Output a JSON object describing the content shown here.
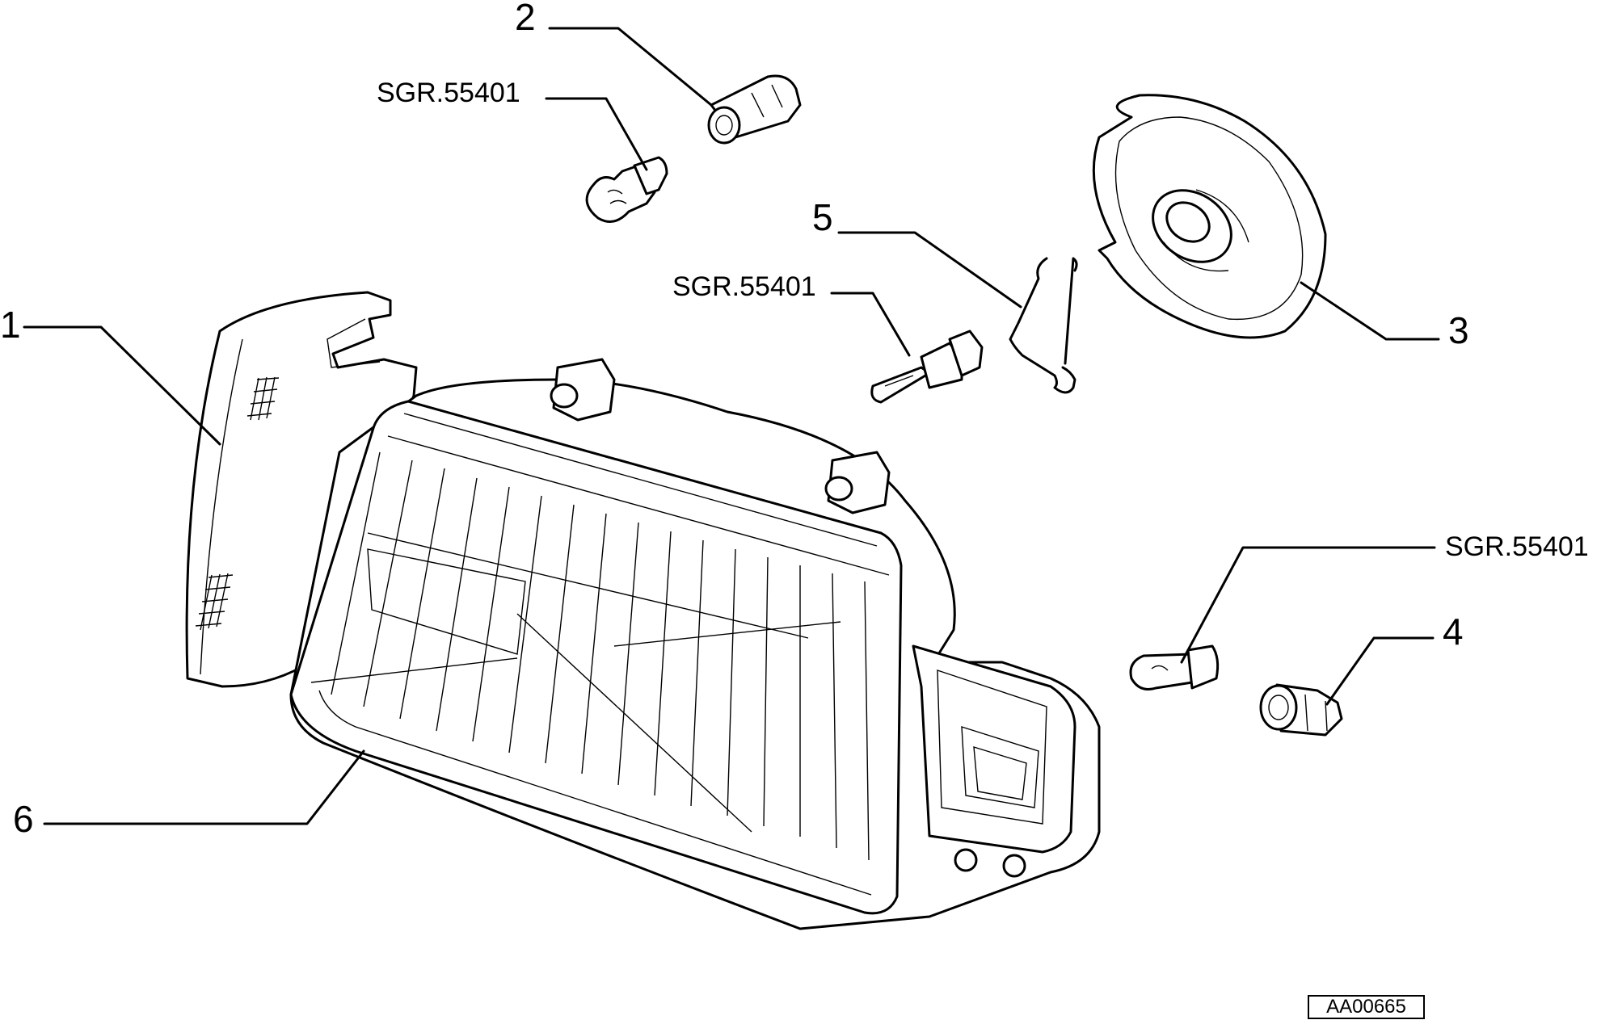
{
  "labels": {
    "callout_1": "1",
    "callout_2": "2",
    "callout_3": "3",
    "callout_4": "4",
    "callout_5": "5",
    "callout_6": "6",
    "bulb_code_top": "SGR.55401",
    "bulb_code_middle": "SGR.55401",
    "bulb_code_right": "SGR.55401"
  },
  "reference": "AA00665",
  "icons": [
    "headlamp-assembly",
    "turn-signal-lens",
    "bulb-holder",
    "bulb",
    "halogen-bulb",
    "retaining-clip",
    "reflector-cover"
  ]
}
